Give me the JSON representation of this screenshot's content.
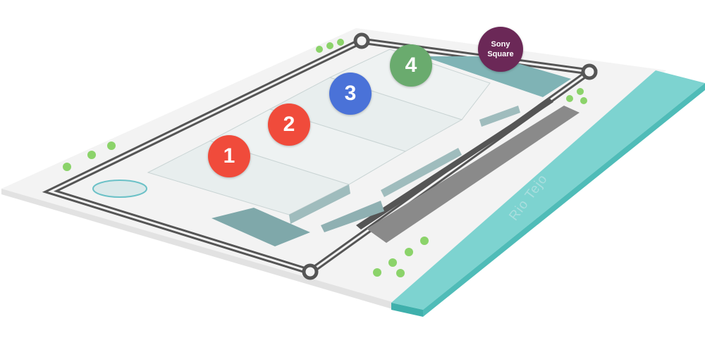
{
  "map": {
    "markers": [
      {
        "label": "1",
        "color": "#f04b3b"
      },
      {
        "label": "2",
        "color": "#f04b3b"
      },
      {
        "label": "3",
        "color": "#4a72d8"
      },
      {
        "label": "4",
        "color": "#6aab6e"
      },
      {
        "label": "Sony Square",
        "color": "#6b2857"
      }
    ],
    "river_label": "Rio Tejo",
    "colors": {
      "ground": "#f3f3f3",
      "road": "#5a5a5a",
      "river": "#7dd3d0",
      "parking": "#8a8a8a",
      "roof": "#eef2f2",
      "glass": "#7fb3b5"
    }
  }
}
